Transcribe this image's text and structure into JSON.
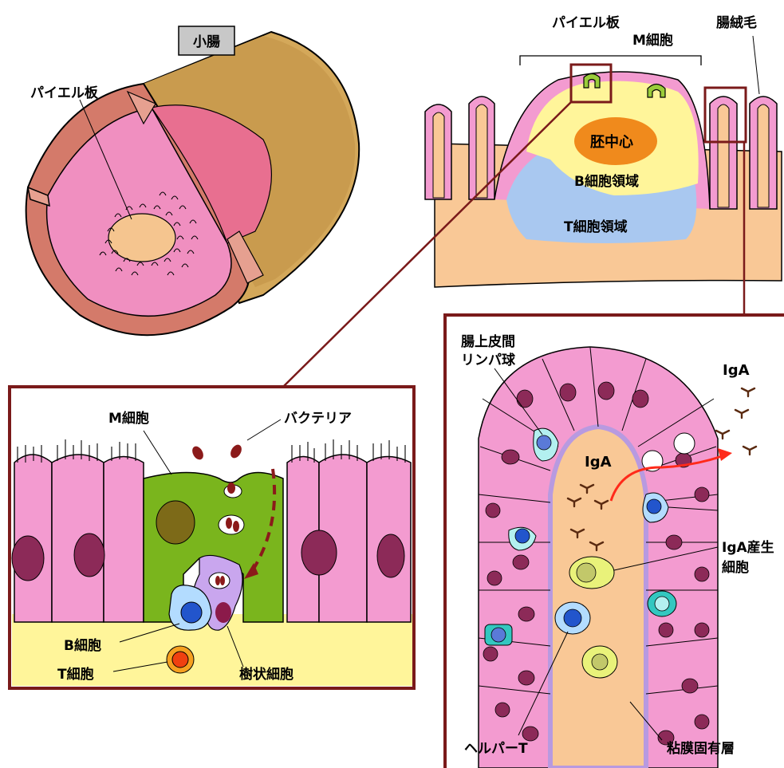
{
  "intestine": {
    "title": "小腸",
    "peyer_label": "パイエル板"
  },
  "villus_section": {
    "peyer_label": "パイエル板",
    "m_cell_label": "M細胞",
    "villus_label": "腸絨毛",
    "germinal_center": "胚中心",
    "b_zone": "B細胞領域",
    "t_zone": "T細胞領域"
  },
  "m_cell_detail": {
    "m_cell_label": "M細胞",
    "bacteria_label": "バクテリア",
    "b_cell_label": "B細胞",
    "t_cell_label": "T細胞",
    "dendritic_label": "樹状細胞"
  },
  "villus_detail": {
    "iel_label_line1": "腸上皮間",
    "iel_label_line2": "リンパ球",
    "iga_outer": "IgA",
    "iga_inner": "IgA",
    "iga_producing_line1": "IgA産生",
    "iga_producing_line2": "細胞",
    "helper_t": "ヘルパーT",
    "lamina_propria": "粘膜固有層"
  },
  "colors": {
    "intestine_outer": "#d4a85a",
    "intestine_wall": "#d47a6a",
    "mucosa": "#f08fc0",
    "peyer_patch": "#f5c58f",
    "epithelium": "#f39bd0",
    "m_cell": "#7ab51d",
    "b_zone": "#fff59a",
    "t_zone": "#a9c8f0",
    "germinal": "#f08a1c",
    "tissue": "#f9c896",
    "frame": "#7a1a1a",
    "arrow": "#ff2a1a",
    "lamina_border": "#b89ae0"
  }
}
